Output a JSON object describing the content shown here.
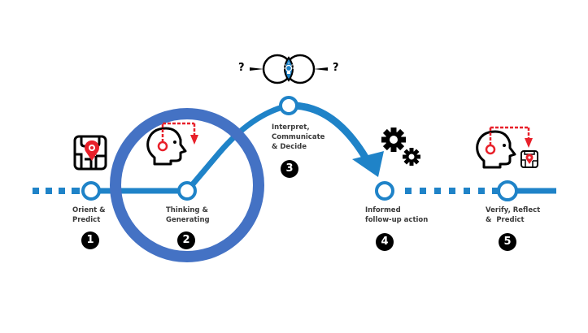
{
  "diagram": {
    "colors": {
      "track": "#1f83c8",
      "highlight_ring": "#4472c4",
      "accent_red": "#e8202a",
      "icon_black": "#000000",
      "label_text": "#3a3a3a"
    },
    "steps": [
      {
        "number": "1",
        "label": "Orient &\nPredict",
        "icon": "map-pin-icon"
      },
      {
        "number": "2",
        "label": "Thinking &\nGenerating",
        "icon": "head-thinking-icon",
        "highlighted": true
      },
      {
        "number": "3",
        "label": "Interpret,\nCommunicate\n& Decide",
        "icon": "shared-insight-icon"
      },
      {
        "number": "4",
        "label": "Informed\nfollow-up action",
        "icon": "gears-icon"
      },
      {
        "number": "5",
        "label": "Verify, Reflect\n&  Predict",
        "icon": "head-reflect-map-icon"
      }
    ],
    "question_marks": [
      "?",
      "?"
    ]
  }
}
